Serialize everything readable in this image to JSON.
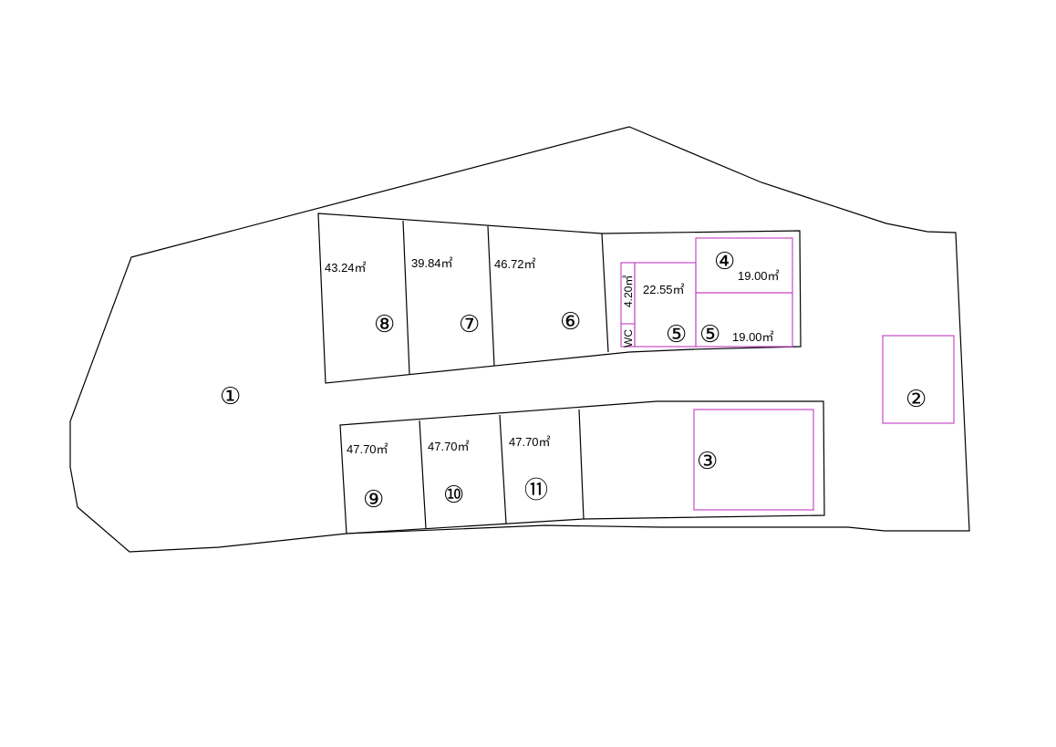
{
  "lots": [
    {
      "id": "1",
      "label": "①"
    },
    {
      "id": "2",
      "label": "②"
    },
    {
      "id": "3",
      "label": "③"
    },
    {
      "id": "4",
      "label": "④",
      "area": "19.00㎡"
    },
    {
      "id": "5a",
      "label": "⑤",
      "area": "22.55㎡"
    },
    {
      "id": "5b",
      "label": "⑤",
      "area": "19.00㎡"
    },
    {
      "id": "6",
      "label": "⑥",
      "area": "46.72㎡"
    },
    {
      "id": "7",
      "label": "⑦",
      "area": "39.84㎡"
    },
    {
      "id": "8",
      "label": "⑧",
      "area": "43.24㎡"
    },
    {
      "id": "9",
      "label": "⑨",
      "area": "47.70㎡"
    },
    {
      "id": "10",
      "label": "⑩",
      "area": "47.70㎡"
    },
    {
      "id": "11",
      "label": "⑪",
      "area": "47.70㎡"
    }
  ],
  "wc": {
    "label": "WC",
    "area": "4.20㎡"
  },
  "colors": {
    "outline": "#000000",
    "highlight": "#c23bc2"
  }
}
